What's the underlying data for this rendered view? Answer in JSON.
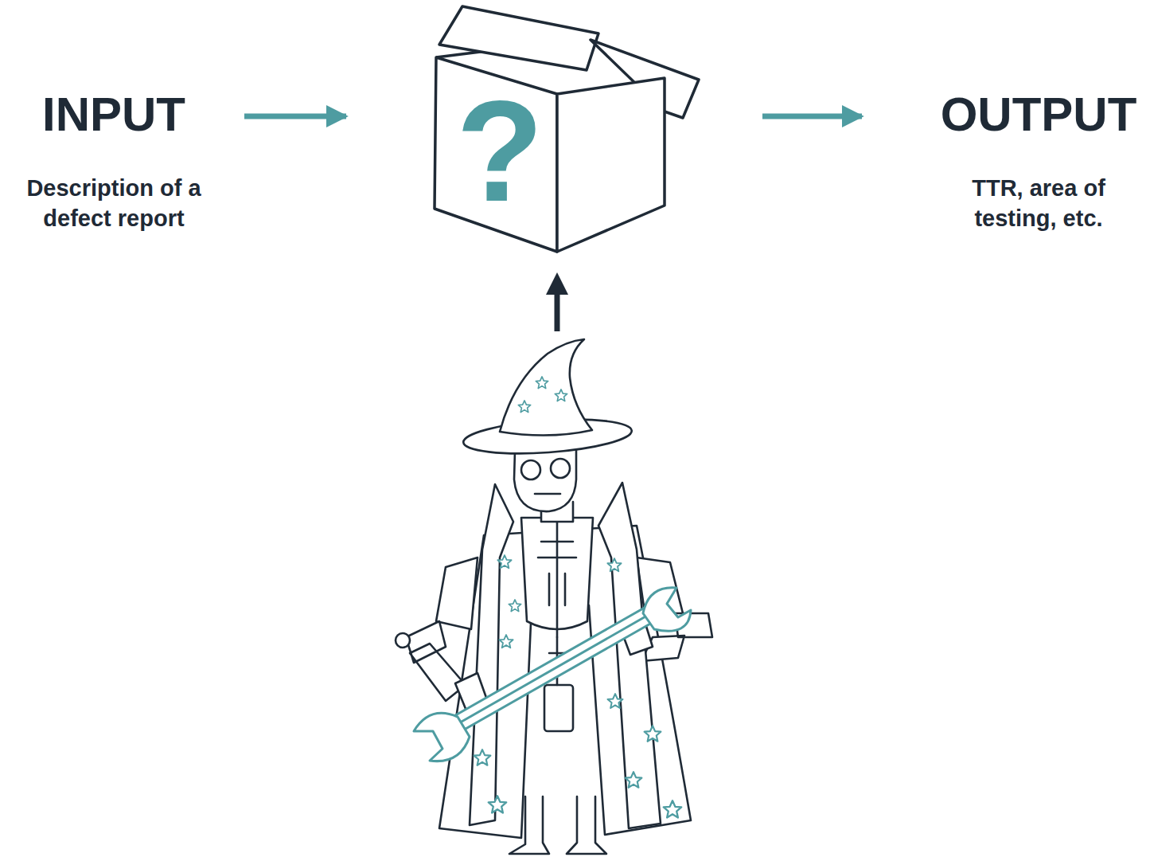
{
  "diagram": {
    "nodes": [
      {
        "text": [
          "INPUT",
          "Description of a defect report"
        ]
      },
      {
        "text": [
          "?"
        ]
      },
      {
        "text": [
          "OUTPUT",
          "TTR, area of testing, etc."
        ]
      }
    ],
    "edges": [
      {
        "from": 0,
        "to": 1,
        "arrow": "to"
      },
      {
        "from": 1,
        "to": 2,
        "arrow": "to"
      }
    ]
  }
}
